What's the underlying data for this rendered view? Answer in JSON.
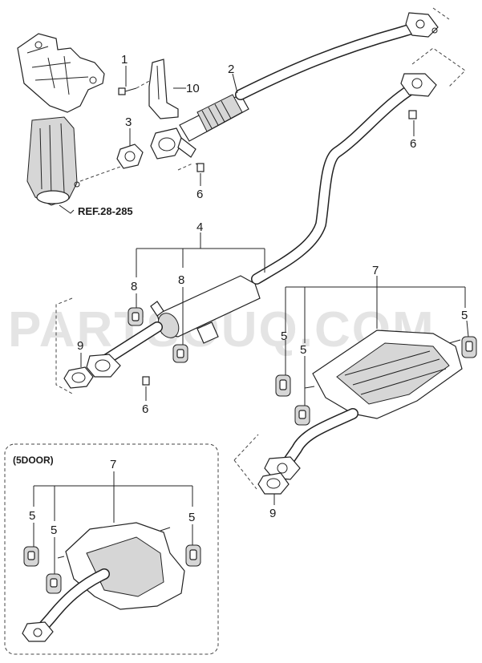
{
  "callouts": {
    "c1": "1",
    "c2": "2",
    "c3": "3",
    "c4": "4",
    "c5a": "5",
    "c5b": "5",
    "c5c": "5",
    "c5d": "5",
    "c5e": "5",
    "c6a": "6",
    "c6b": "6",
    "c6c": "6",
    "c7a": "7",
    "c7b": "7",
    "c8a": "8",
    "c8b": "8",
    "c9a": "9",
    "c9b": "9",
    "c10": "10"
  },
  "reference": "REF.28-285",
  "variant_label": "(5DOOR)",
  "watermark": "PARTSOUQ.COM"
}
